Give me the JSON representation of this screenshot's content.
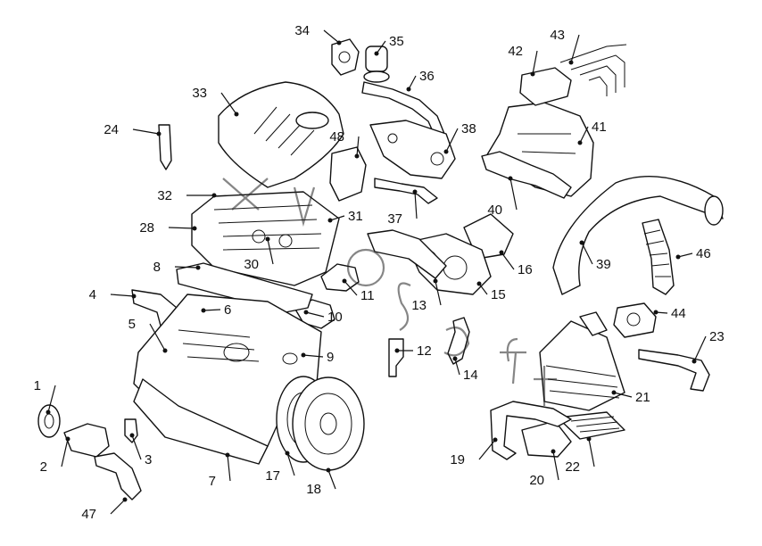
{
  "diagram": {
    "callouts": [
      {
        "number": "1"
      },
      {
        "number": "2"
      },
      {
        "number": "3"
      },
      {
        "number": "4"
      },
      {
        "number": "5"
      },
      {
        "number": "6"
      },
      {
        "number": "7"
      },
      {
        "number": "8"
      },
      {
        "number": "9"
      },
      {
        "number": "10"
      },
      {
        "number": "11"
      },
      {
        "number": "12"
      },
      {
        "number": "13"
      },
      {
        "number": "14"
      },
      {
        "number": "15"
      },
      {
        "number": "16"
      },
      {
        "number": "17"
      },
      {
        "number": "18"
      },
      {
        "number": "19"
      },
      {
        "number": "20"
      },
      {
        "number": "21"
      },
      {
        "number": "22"
      },
      {
        "number": "23"
      },
      {
        "number": "24"
      },
      {
        "number": "28"
      },
      {
        "number": "30"
      },
      {
        "number": "31"
      },
      {
        "number": "32"
      },
      {
        "number": "33"
      },
      {
        "number": "34"
      },
      {
        "number": "35"
      },
      {
        "number": "36"
      },
      {
        "number": "37"
      },
      {
        "number": "38"
      },
      {
        "number": "39"
      },
      {
        "number": "40"
      },
      {
        "number": "41"
      },
      {
        "number": "42"
      },
      {
        "number": "43"
      },
      {
        "number": "44"
      },
      {
        "number": "46"
      },
      {
        "number": "47"
      },
      {
        "number": "48"
      }
    ]
  }
}
